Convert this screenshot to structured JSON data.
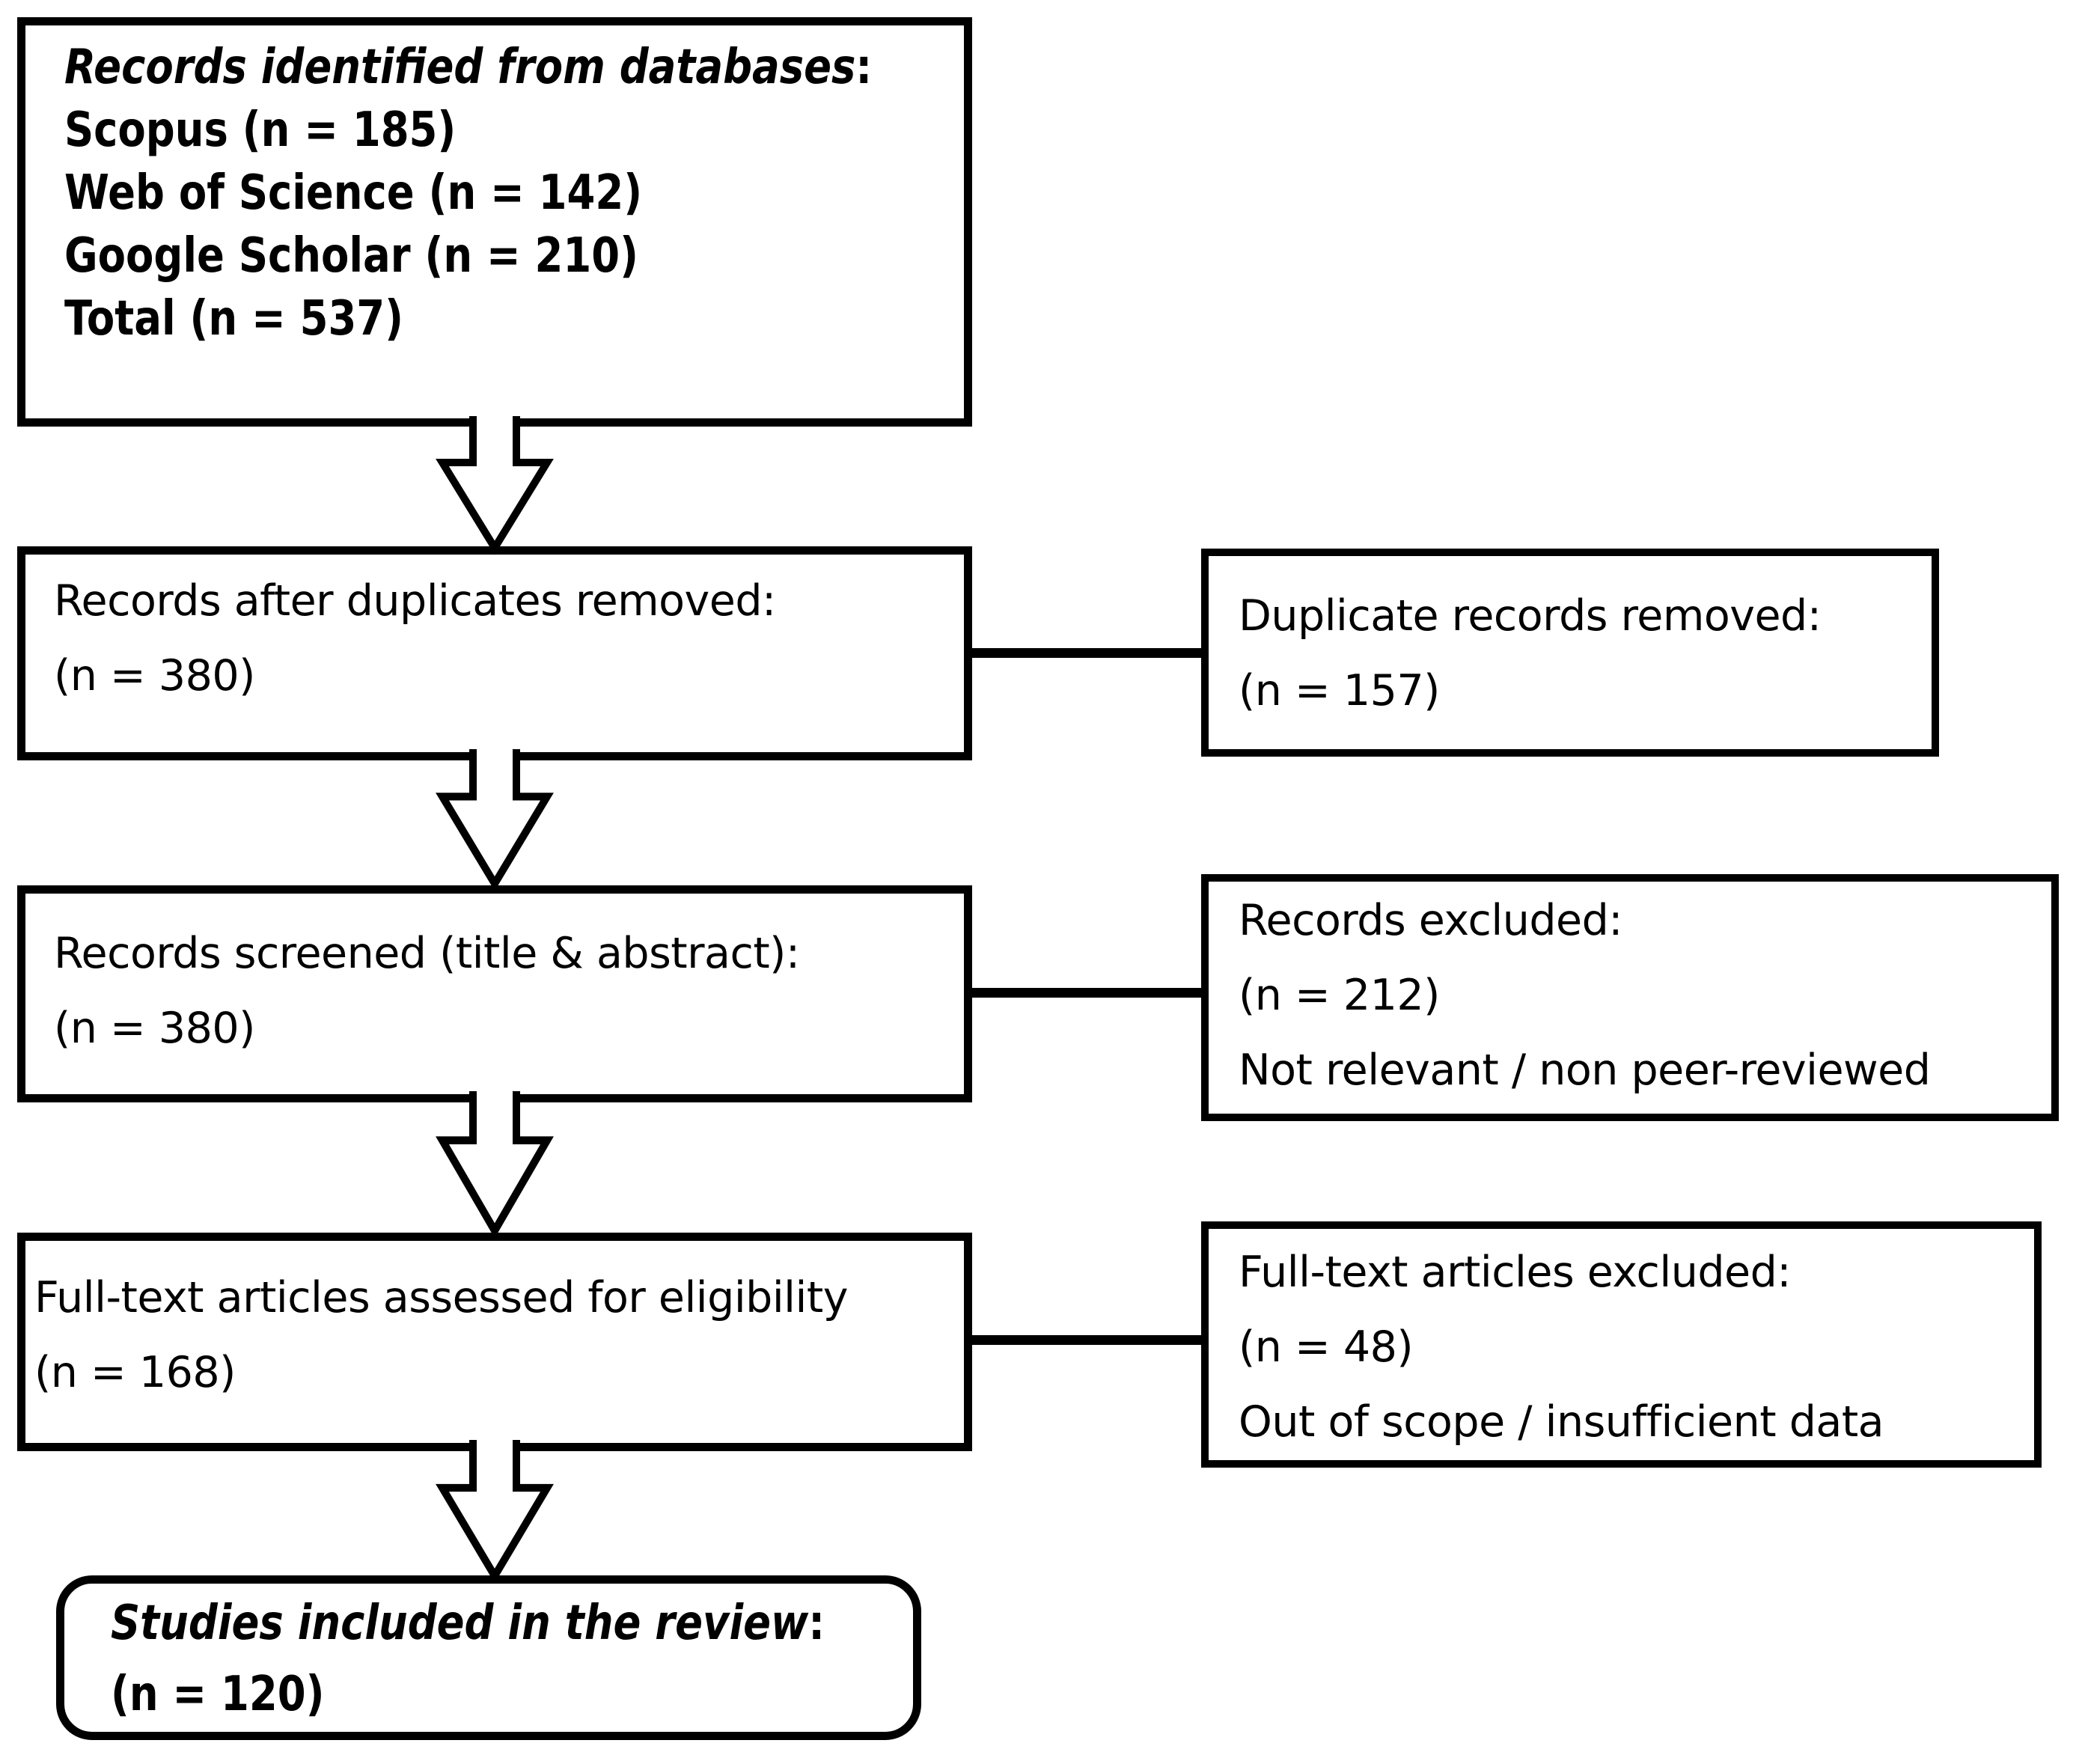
{
  "flowchart": {
    "box_identification": {
      "title_italic": "Records identified from databases",
      "title_colon": ":",
      "line_scopus": "Scopus (n = 185)",
      "line_web_of_science": "Web of Science (n = 142)",
      "line_google_scholar": "Google Scholar (n = 210)",
      "line_total": "Total (n = 537)"
    },
    "box_duplicates_removed": {
      "line1": "Records after duplicates removed:",
      "line2": "(n = 380)"
    },
    "box_duplicates_side": {
      "line1": "Duplicate records removed:",
      "line2": "(n = 157)"
    },
    "box_screened": {
      "line1": "Records screened (title & abstract):",
      "line2": "(n = 380)"
    },
    "box_screened_side": {
      "line1": "Records excluded:",
      "line2": "(n = 212)",
      "line3": "Not relevant / non peer-reviewed"
    },
    "box_fulltext": {
      "line1": "Full-text articles assessed for eligibility",
      "line2": "(n = 168)"
    },
    "box_fulltext_side": {
      "line1": "Full-text articles excluded:",
      "line2": "(n = 48)",
      "line3": "Out of scope / insufficient data"
    },
    "box_included": {
      "title_italic": "Studies included in the review",
      "title_colon": ":",
      "line2": "(n = 120)"
    },
    "colors": {
      "ink": "#000000",
      "paper": "#ffffff"
    }
  }
}
